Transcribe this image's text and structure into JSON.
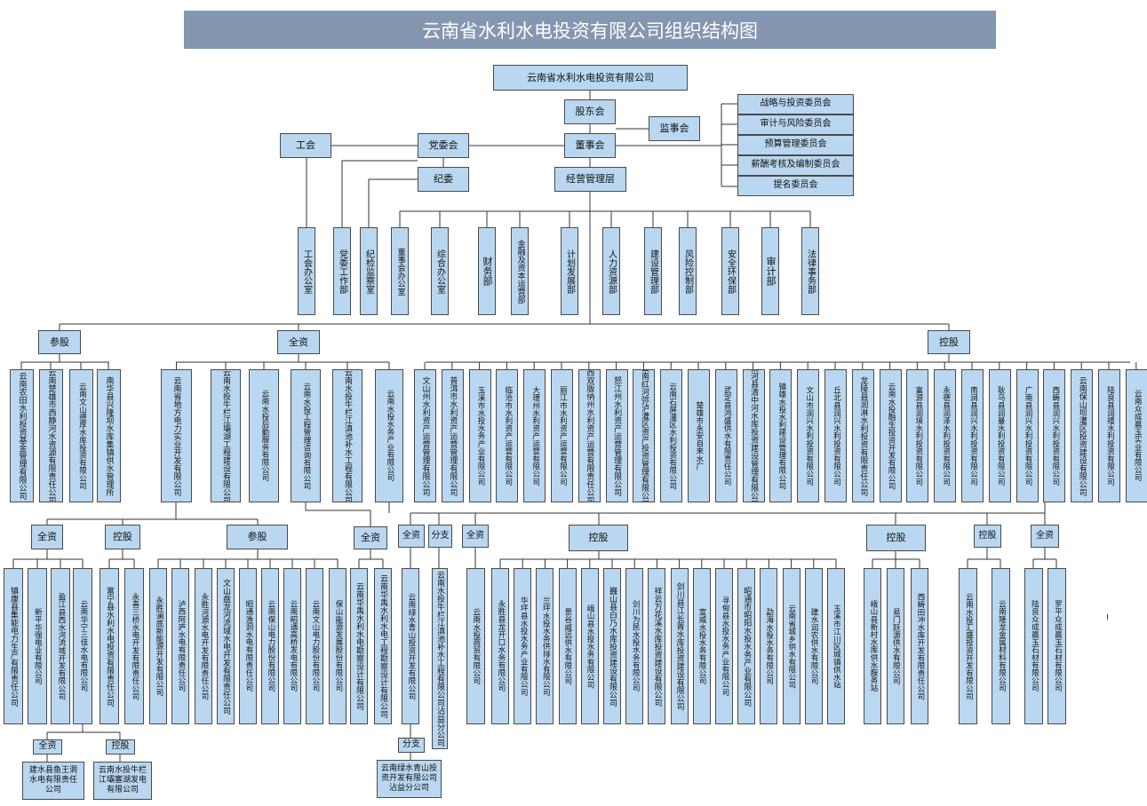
{
  "title": "云南省水利水电投资有限公司组织结构图",
  "top": {
    "company": "云南省水利水电投资有限公司",
    "shareholders": "股东会",
    "board": "董事会",
    "supervisors": "监事会",
    "union": "工会",
    "party": "党委会",
    "discipline": "纪委",
    "management": "经营管理层"
  },
  "committees": [
    "战略与投资委员会",
    "审计与风险委员会",
    "预算管理委员会",
    "薪酬考核及编制委员会",
    "提名委员会"
  ],
  "departments": [
    "工会办公室",
    "党委工作部",
    "纪检监察室",
    "董事会办公室",
    "综合办公室",
    "财务部",
    "金融及资本运营部",
    "计划发展部",
    "人力资源部",
    "建设管理部",
    "风险控制部",
    "安全环保部",
    "审计部",
    "法律事务部"
  ],
  "groups": {
    "canggu": "参股",
    "quanzi": "全资",
    "konggu": "控股"
  },
  "canggu_companies": [
    "云南农田水利投资基金管理有限公司",
    "云南楚雄市西静河水资源有限责任公司",
    "云南文山德厚水库投资有限公司",
    "南华县兴隆坝水库集镇供水管理所"
  ],
  "quanzi_companies": [
    "云南省地方电力实业开发有限公司",
    "云南水投牛栏江壩湖工程建设有限公司",
    "云南水投后勤服务有限公司",
    "云南水投工程管理咨询有限公司",
    "云南水投牛栏江滇池补水工程有限公司",
    "云南水投水务产业有限公司"
  ],
  "konggu_companies": [
    "文山州水利资产运营管理有限公司",
    "普洱市水利资产运营管理有限公司",
    "玉溪市水投水务产业有限公司",
    "临沧市水利资产运营有限公司",
    "大理州水利资产运营有限公司",
    "丽江市水利资产运营有限公司",
    "西双版纳州水利资产运营有限责任公司",
    "怒江州水利资产运营管理有限公司",
    "云南红河弥泸灌区资产投资管理有限公司",
    "云南石屏灌区水利投资有限公司",
    "楚雄市永安自来水厂",
    "武定县鸿盛供水有限责任公司",
    "梁河县清中河水库投资建设管理有限公司",
    "镇雄水投水利建设管理有限公司",
    "文山市润兴水利投资有限公司",
    "丘北县润兴水利投资有限公司",
    "龙陵县润淋水利投资有限责任公司",
    "云南水投融生投资开发有限公司",
    "富源县润境水利投资有限公司",
    "永德县润泽水利投资有限公司",
    "南涧县润兴水利投资有限公司",
    "耿马县润曼水利投资有限公司",
    "广南县润兴水利投资有限公司",
    "西畴县润兴水利投资有限公司",
    "云南保山坝灌区投资建设有限公司",
    "陆良县润禧水利投资有限公司",
    "云南众成晨玉实业有限公司"
  ],
  "electric": {
    "quanzi_label": "全资",
    "quanzi": [
      "镇康县集能电力生产有限责任公司",
      "新平华强电业有限公司",
      "盈江县西水河流域开发有限公司",
      "云南华宁三佳水电有限公司"
    ],
    "konggu_label": "控股",
    "konggu": [
      "富宁县水利水电投资有限责任公司",
      "永善三桥水电开发有限责任公司"
    ],
    "canggu_label": "参股",
    "canggu": [
      "永胜澜底新能源开发有限公司",
      "泸西阿庐水电有限责任公司",
      "永胜河源水电开发有限责任公司",
      "文山盘龙河流域水电开发有限责任公司",
      "昭通渔洞水电有限责任公司",
      "云南保山电力股份有限公司",
      "云南昭通高桥发电有限公司",
      "云南文山电力股份有限公司",
      "保山能源发展股份有限公司"
    ],
    "sub_quanzi_label": "全资",
    "sub_quanzi": "建水县鱼王洞水电有限责任公司",
    "sub_konggu_label": "控股",
    "sub_konggu": "云南水投牛栏江壩塞湖发电有限公司"
  },
  "engineering": {
    "quanzi_label": "全资",
    "items": [
      "云南华禹水利水电勘察设计有限公司",
      "云南华禹水利水电工程勘察设计有限公司"
    ]
  },
  "water": {
    "quanzi_label": "全资",
    "lvshui": "云南绿水青山投资开发有限公司",
    "branch_label": "分支",
    "lvshui_branch": "云南绿水青山投资开发有限公司沾益分公司",
    "niulan_branch": "云南水投牛栏江滇池补水工程有限公司沾益分公司",
    "quanzi2_label": "全资",
    "shangmao": "云南水投商贸有限公司",
    "konggu_label": "控股",
    "konggu": [
      "永胜县龙开口水务有限公司",
      "华坪县水投水务产业有限公司",
      "兰坪水投水务供排水有限公司",
      "景谷威远供水有限公司",
      "峨山县水投水务有限公司",
      "巍山县白乃水库投资建设有限公司",
      "剑川为民水投水务有限公司",
      "祥云万花溪水库投资建设有限公司",
      "剑川县江长箐水库投资建设有限公司",
      "宣威水投水务有限公司",
      "寻甸县水投水务产业有限公司",
      "昭通市昭阳水投水务产业有限公司",
      "勐海水投水务有限公司",
      "云南省城乡供水有限公司",
      "建水润农供水有限公司",
      "玉溪市江川区城镇供水站"
    ]
  },
  "rongsheng": {
    "konggu_label": "控股",
    "items": [
      "峨山县新村水库供水服务站",
      "易门跃源供水有限公司",
      "西畴田冲水库开发有限责任公司"
    ]
  },
  "zhongcheng_a": {
    "konggu_label": "控股",
    "items": [
      "云南水投汇盛投资开发有限公司",
      "云南隆龙金属材料有限公司"
    ]
  },
  "zhongcheng_b": {
    "quanzi_label": "全资",
    "items": [
      "陆良众成晨玉石材有限公司",
      "罗平众成晨玉石材有限公司"
    ]
  }
}
